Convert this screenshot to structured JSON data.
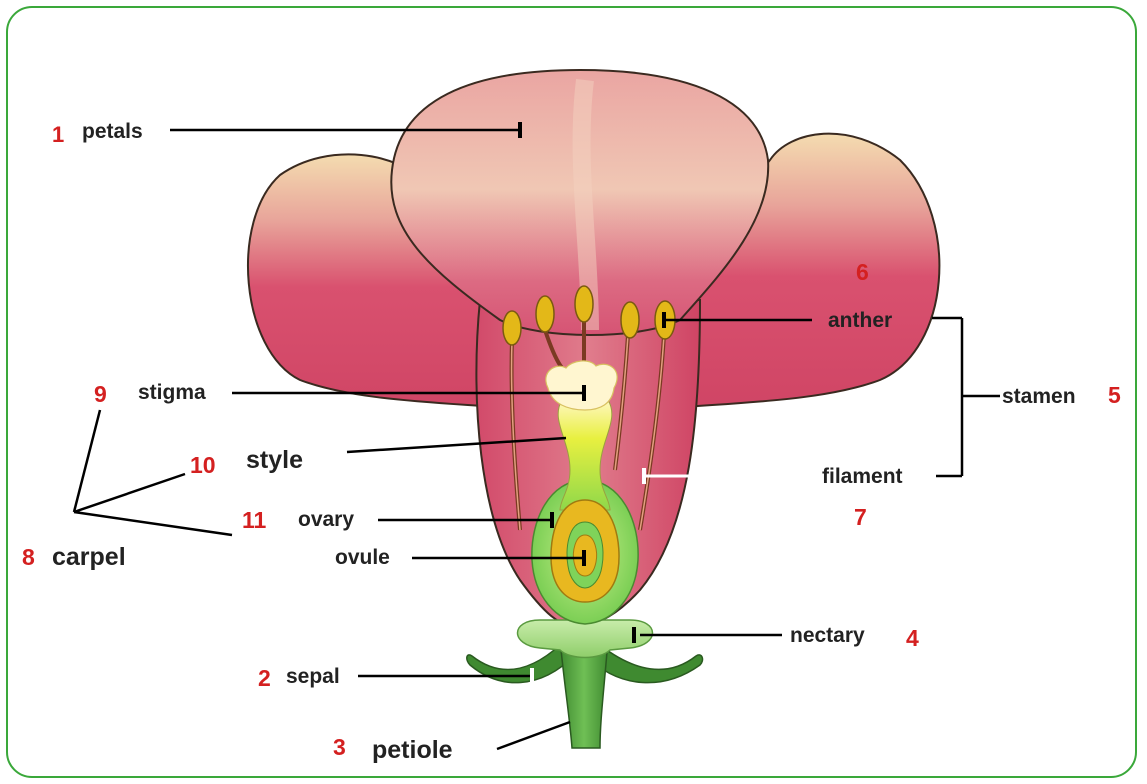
{
  "colors": {
    "border": "#3aa83a",
    "number_red": "#d42020",
    "label_text": "#222222",
    "petal_pink": "#d9516f",
    "petal_cream": "#f7e3b5",
    "anther_yellow": "#e3b818",
    "ovary_green": "#7fd35a",
    "stem_green": "#4c9a3a",
    "leader_black": "#000000",
    "leader_white": "#ffffff"
  },
  "labels": {
    "petals": {
      "number": "1",
      "text": "petals"
    },
    "sepal": {
      "number": "2",
      "text": "sepal"
    },
    "petiole": {
      "number": "3",
      "text": "petiole"
    },
    "nectary": {
      "number": "4",
      "text": "nectary"
    },
    "stamen": {
      "number": "5",
      "text": "stamen"
    },
    "anther": {
      "number": "6",
      "text": "anther"
    },
    "filament": {
      "number": "7",
      "text": "filament"
    },
    "carpel": {
      "number": "8",
      "text": "carpel"
    },
    "stigma": {
      "number": "9",
      "text": "stigma"
    },
    "style": {
      "number": "10",
      "text": "style"
    },
    "ovary": {
      "number": "11",
      "text": "ovary"
    },
    "ovule": {
      "text": "ovule"
    }
  }
}
